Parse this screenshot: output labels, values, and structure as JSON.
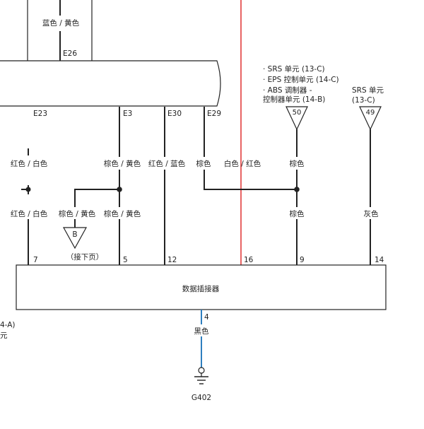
{
  "colors": {
    "wire": "#222222",
    "red_line": "#e03030",
    "ground_wire": "#2f7fbf",
    "background": "#ffffff"
  },
  "top_box": {
    "wire_label": "蓝色 / 黄色",
    "pin": "E26"
  },
  "harness": {
    "pins": [
      "E23",
      "E3",
      "E30",
      "E29"
    ]
  },
  "upper_wires": [
    "红色 / 白色",
    "棕色 / 黄色",
    "红色 / 蓝色",
    "棕色",
    "白色 / 红色",
    "棕色"
  ],
  "lower_wires": [
    "红色 / 白色",
    "棕色 / 黄色",
    "棕色 / 黄色",
    "棕色",
    "灰色"
  ],
  "connector_b": {
    "label": "B",
    "note": "（接下页）"
  },
  "srs_group": {
    "lines": [
      "· SRS 单元 (13-C)",
      "· EPS 控制单元 (14-C)",
      "· ABS 调制器 -",
      "控制器单元 (14-B)"
    ],
    "terminal": "50"
  },
  "srs_unit": {
    "lines": [
      "SRS 单元",
      "(13-C)"
    ],
    "terminal": "49"
  },
  "data_connector": {
    "label": "数据插接器",
    "pins": [
      "7",
      "5",
      "12",
      "16",
      "9",
      "14"
    ]
  },
  "left_clip": {
    "lines": [
      "4-A)",
      "元"
    ]
  },
  "ground": {
    "pin": "4",
    "wire": "黑色",
    "name": "G402"
  }
}
